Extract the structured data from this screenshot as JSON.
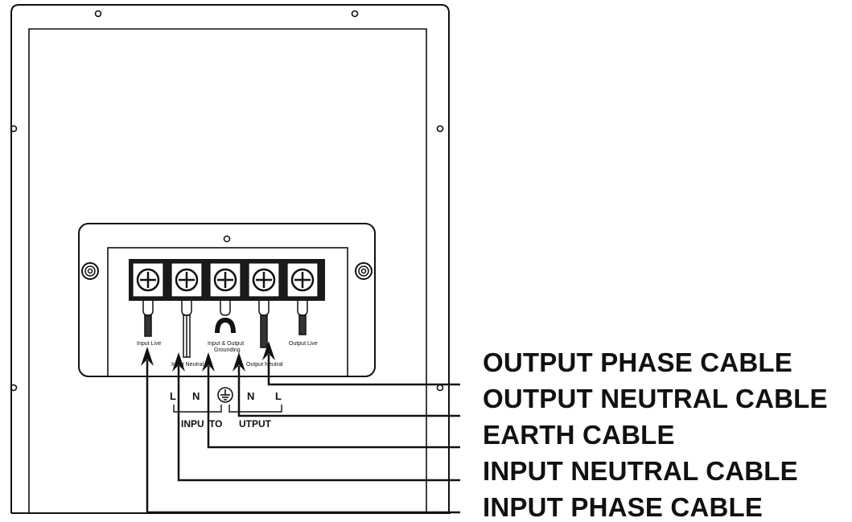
{
  "cables": [
    {
      "label": "OUTPUT PHASE CABLE"
    },
    {
      "label": "OUTPUT NEUTRAL CABLE"
    },
    {
      "label": "EARTH CABLE"
    },
    {
      "label": "INPUT NEUTRAL CABLE"
    },
    {
      "label": "INPUT PHASE CABLE"
    }
  ],
  "terminals": {
    "input_live": "Input Live",
    "input_neutral": "Input Neutral",
    "grounding_line1": "Input & Output",
    "grounding_line2": "Grounding",
    "output_neutral": "Output Neutral",
    "output_live": "Output Live"
  },
  "bottom_marks": {
    "l_in": "L",
    "n_in": "N",
    "n_out": "N",
    "l_out": "L",
    "input_word": "INPU",
    "output_word_a": "TO",
    "output_word_b": "UTPUT"
  },
  "icons": [
    "ground-symbol-icon",
    "arrow-icon",
    "screw-terminal-icon"
  ]
}
